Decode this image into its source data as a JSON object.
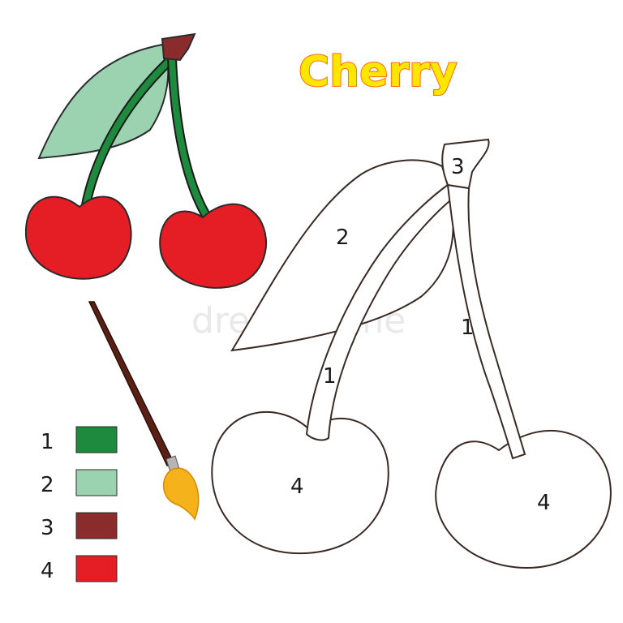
{
  "title": "Cherry",
  "watermark": "dreamstime",
  "outline_numbers": {
    "leaf": "2",
    "stem_top": "3",
    "stem_right": "1",
    "stem_left": "1",
    "cherry_left": "4",
    "cherry_right": "4"
  },
  "legend": [
    {
      "number": "1",
      "color": "#1e8a3e"
    },
    {
      "number": "2",
      "color": "#9bd3b0"
    },
    {
      "number": "3",
      "color": "#8b2c2c"
    },
    {
      "number": "4",
      "color": "#e51e25"
    }
  ],
  "colors": {
    "stem_green": "#1e8a3e",
    "leaf_green": "#9bd3b0",
    "stem_top_brown": "#8b2c2c",
    "cherry_red": "#e51e25",
    "brush_handle": "#5a1f15",
    "brush_tip": "#f6b21b",
    "title_fill": "#ffe600",
    "title_stroke": "#ff6a13",
    "outline": "#3a2a24"
  }
}
